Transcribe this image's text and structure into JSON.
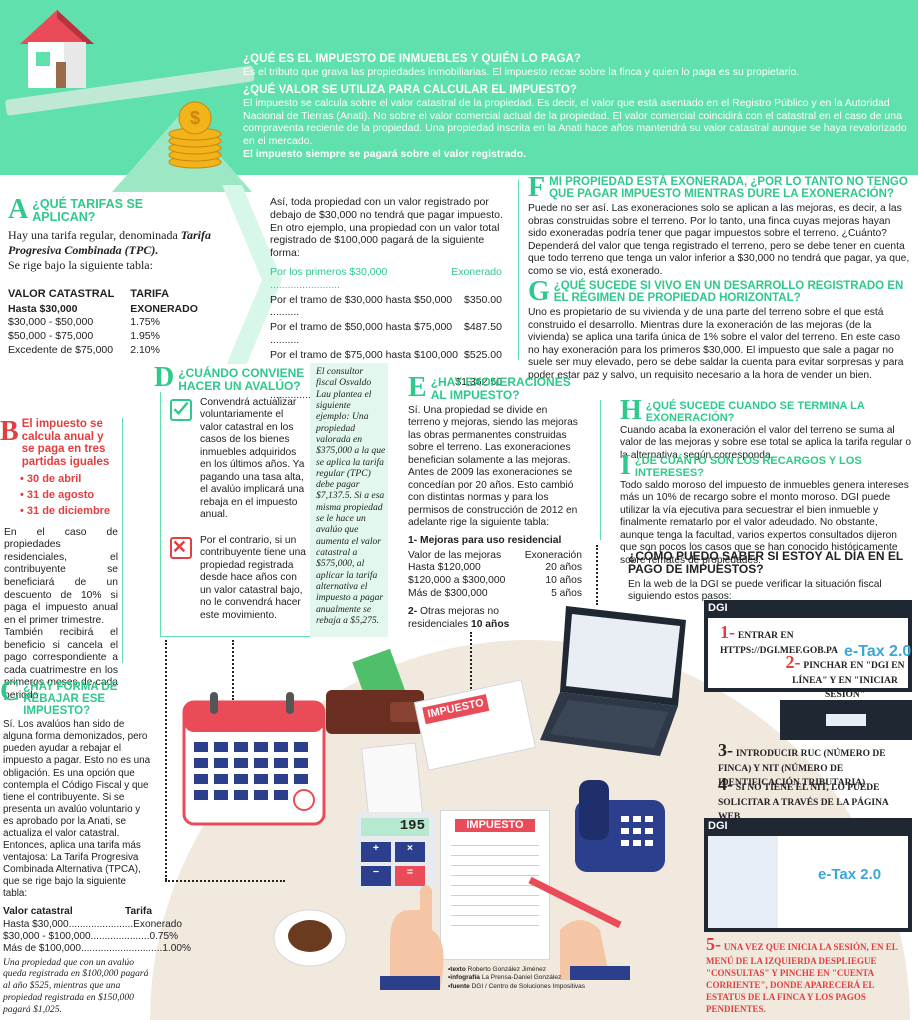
{
  "header": {
    "q1": "¿QUÉ ES EL IMPUESTO DE INMUEBLES Y QUIÉN LO PAGA?",
    "a1": "Es el tributo que grava las propiedades inmobiliarias. El impuesto recae sobre la finca y quien lo paga es su propietario.",
    "q2": "¿QUÉ VALOR SE UTILIZA PARA CALCULAR EL IMPUESTO?",
    "a2": "El impuesto se calcula sobre el valor catastral de la propiedad. Es decir, el valor que está asentado en el Registro Público y en la Autoridad Nacional de Tierras (Anati). No sobre el valor comercial actual de la propiedad. El valor comercial coincidirá con el catastral en el caso de una compraventa reciente de la propiedad. Una propiedad inscrita en la Anati hace años mantendrá su valor catastral aunque se haya revalorizado en el mercado.",
    "a2_bold": "El impuesto siempre se pagará sobre el valor registrado."
  },
  "secA": {
    "letter": "A",
    "title": "¿QUÉ TARIFAS SE APLICAN?",
    "intro1": "Hay una tarifa regular, denominada",
    "intro_em": "Tarifa Progresiva Combinada (TPC).",
    "intro2": "Se rige bajo la siguiente tabla:",
    "h1": "VALOR CATASTRAL",
    "h2a": "TARIFA",
    "h2b": "EXONERADO",
    "rows": [
      {
        "v": "Hasta $30,000",
        "t": ""
      },
      {
        "v": "$30,000 - $50,000",
        "t": "1.75%"
      },
      {
        "v": "$50,000 - $75,000",
        "t": "1.95%"
      },
      {
        "v": "Excedente de $75,000",
        "t": "2.10%"
      }
    ]
  },
  "example": {
    "text": "Así, toda propiedad con un valor registrado por debajo de $30,000 no tendrá que pagar impuesto. En otro ejemplo, una propiedad con un valor total registrado de $100,000 pagará de la siguiente forma:",
    "rows": [
      {
        "l": "Por los primeros $30,000 ........................",
        "v": "Exonerado"
      },
      {
        "l": "Por el tramo de $30,000 hasta $50,000 ..........",
        "v": "$350.00"
      },
      {
        "l": "Por el tramo de $50,000 hasta $75,000 ..........",
        "v": "$487.50"
      },
      {
        "l": "Por el tramo de $75,000 hasta $100,000 ........",
        "v": "$525.00"
      },
      {
        "l": "Total a pagar en el año ...............................",
        "v": "$1,362.50"
      }
    ]
  },
  "secB": {
    "letter": "B",
    "title": "El impuesto se calcula anual y se paga en tres partidas iguales",
    "dates": [
      "• 30 de abril",
      "• 31 de agosto",
      "• 31 de diciembre"
    ],
    "p1": "En el caso de propiedades residenciales, el contribuyente se beneficiará de un descuento de 10% si paga el impuesto anual en el primer trimestre.",
    "p2": "También recibirá el beneficio si cancela el pago correspondiente a cada cuatrimestre en los primeros meses de cada periodo"
  },
  "secC": {
    "letter": "C",
    "title": "¿HAY FORMA DE REBAJAR ESE IMPUESTO?",
    "p": "Sí. Los avalúos han sido de alguna forma demonizados, pero pueden ayudar a rebajar el impuesto a pagar. Esto no es una obligación. Es una opción que contempla el Código Fiscal y que tiene el contribuyente. Si se presenta un avalúo voluntario y es aprobado por la Anati, se actualiza el valor catastral. Entonces, aplica una tarifa más ventajosa: La Tarifa Progresiva Combinada Alternativa (TPCA), que se rige bajo la siguiente tabla:",
    "h1": "Valor catastral",
    "h2": "Tarifa",
    "rows": [
      {
        "l": "Hasta $30,000.......................",
        "v": "Exonerado"
      },
      {
        "l": "$30,000 - $100,000.....................",
        "v": "0.75%"
      },
      {
        "l": "Más de $100,000.............................",
        "v": "1.00%"
      }
    ],
    "note": "Una propiedad que con un avalúo queda registrada en $100,000 pagará al año $525, mientras que una propiedad registrada en $150,000 pagará $1,025."
  },
  "secD": {
    "letter": "D",
    "title": "¿CUÁNDO CONVIENE HACER UN AVALÚO?",
    "yes": "Convendrá actualizar voluntariamente el valor catastral en los casos de los bienes inmuebles adquiridos en los últimos años. Ya pagando una tasa alta, el avalúo implicará una rebaja en el impuesto anual.",
    "no": "Por el contrario, si un contribuyente tiene una propiedad registrada desde hace años con un valor catastral bajo, no le convendrá hacer este movimiento.",
    "side": "El consultor fiscal Osvaldo Lau plantea el siguiente ejemplo: Una propiedad valorada en $375,000 a la que se aplica la tarifa regular (TPC) debe pagar $7,137.5. Si a esa misma propiedad se le hace un avalúo que aumenta el valor catastral a $575,000, al aplicar la tarifa alternativa el impuesto a pagar anualmente se rebaja a $5,275."
  },
  "secE": {
    "letter": "E",
    "title": "¿HAY EXONERACIONES AL IMPUESTO?",
    "p": "Sí. Una propiedad se divide en terreno y mejoras, siendo las mejoras las obras permanentes construidas sobre el terreno. Las exoneraciones benefician solamente a las mejoras. Antes de 2009 las exoneraciones se concedían por 20 años. Esto cambió con distintas normas y para los permisos de construcción de 2012 en adelante rige la siguiente tabla:",
    "sub1": "1- Mejoras para uso residencial",
    "h1": "Valor de las mejoras",
    "h2": "Exoneración",
    "rows": [
      {
        "l": "Hasta $120,000",
        "v": "20 años"
      },
      {
        "l": "$120,000 a $300,000",
        "v": "10 años"
      },
      {
        "l": "Más de $300,000",
        "v": "5 años"
      }
    ],
    "sub2a": "2-",
    "sub2b": "Otras mejoras no residenciales",
    "sub2c": "10 años"
  },
  "secF": {
    "letter": "F",
    "title": "MI PROPIEDAD ESTÁ EXONERADA, ¿POR LO TANTO NO TENGO QUE PAGAR IMPUESTO MIENTRAS DURE LA EXONERACIÓN?",
    "p": "Puede no ser así. Las exoneraciones solo se aplican a las mejoras, es decir, a las obras construidas sobre el terreno. Por lo tanto, una finca cuyas mejoras hayan sido exoneradas podría tener que pagar impuestos sobre el terreno. ¿Cuánto? Dependerá del valor que tenga registrado el terreno, pero se debe tener en cuenta que todo terreno que tenga un valor inferior a $30,000 no tendrá que pagar, ya que, como se vio, está exonerado."
  },
  "secG": {
    "letter": "G",
    "title": "¿QUÉ SUCEDE SI VIVO EN UN DESARROLLO REGISTRADO EN EL RÉGIMEN DE PROPIEDAD HORIZONTAL?",
    "p": "Uno es propietario de su vivienda y de una parte del terreno sobre el que está construido el desarrollo. Mientras dure la exoneración de las mejoras (de la vivienda) se aplica una tarifa única de 1% sobre el valor del terreno. En este caso no hay exoneración para los primeros $30,000. El impuesto que sale a pagar no suele ser muy elevado, pero se debe saldar la cuenta para evitar sorpresas y para poder estar paz y salvo, un requisito necesario a la hora de vender un bien."
  },
  "secH": {
    "letter": "H",
    "title": "¿QUÉ SUCEDE CUANDO SE TERMINA LA EXONERACIÓN?",
    "p": "Cuando acaba la exoneración el valor del terreno se suma al valor de las mejoras y sobre ese total se aplica la tarifa regular o la alternativa, según corresponda."
  },
  "secI": {
    "letter": "I",
    "title": "¿DE CUÁNTO SON LOS RECARGOS Y LOS INTERESES?",
    "p": "Todo saldo moroso del impuesto de inmuebles genera intereses más un 10% de recargo sobre el monto moroso. DGI puede utilizar la vía ejecutiva para secuestrar el bien inmueble y finalmente rematarlo por el valor adeudado. No obstante, aunque tenga la facultad, varios expertos consultados dijeron que son pocos los casos que se han conocido históricamente sobre remates de propiedades."
  },
  "secJ": {
    "title": "¿CÓMO PUEDO SABER SI ESTOY AL DÍA EN EL PAGO DE IMPUESTOS?",
    "p": "En la web de la DGI se puede verificar la situación fiscal siguiendo estos pasos:",
    "steps": [
      {
        "n": "1-",
        "t": "ENTRAR EN HTTPS://DGI.MEF.GOB.PA"
      },
      {
        "n": "2-",
        "t": "PINCHAR EN \"DGI EN LÍNEA\" Y EN \"INICIAR SESIÓN\""
      },
      {
        "n": "3-",
        "t": "INTRODUCIR RUC (NÚMERO DE FINCA) Y NIT (NÚMERO DE IDENTIFICACIÓN TRIBUTARIA)"
      },
      {
        "n": "4-",
        "t": "SI NO TIENE EL NIT, LO PUEDE SOLICITAR A TRAVÉS DE LA PÁGINA WEB"
      },
      {
        "n": "5-",
        "t": "UNA VEZ QUE INICIA LA SESIÓN, EN EL MENÚ DE LA IZQUIERDA DESPLIEGUE \"CONSULTAS\" Y PINCHE EN \"CUENTA CORRIENTE\", DONDE APARECERÁ EL ESTATUS DE LA FINCA Y LOS PAGOS PENDIENTES."
      }
    ],
    "dgi": "DGI",
    "etax": "e-Tax 2.0"
  },
  "illustration": {
    "impuesto1": "IMPUESTO",
    "impuesto2": "IMPUESTO",
    "calc": "195"
  },
  "credits": {
    "texto_k": "•texto",
    "texto_v": "Roberto González Jiménez",
    "info_k": "•infografía",
    "info_v": "La Prensa-Daniel González",
    "fuente_k": "•fuente",
    "fuente_v": "DGI / Centro de Soluciones Impositivas"
  }
}
